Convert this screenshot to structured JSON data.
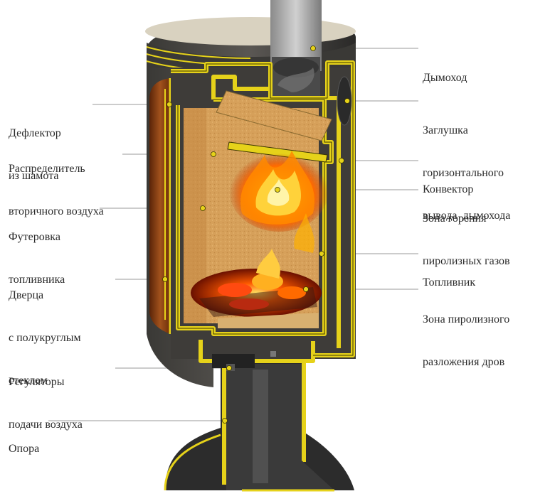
{
  "colors": {
    "frame": "#e6d21a",
    "frame_outline": "#3a3500",
    "body_dark": "#2b2b2b",
    "body_mid": "#4a4845",
    "glass": "#8a3d14",
    "firebrick": "#d9a45a",
    "flame": "#ff8a00",
    "leader": "#9a9a9a",
    "text": "#2a2a2a"
  },
  "labels": {
    "left": [
      {
        "id": "deflector",
        "lines": [
          "Дефлектор",
          "из шамота"
        ]
      },
      {
        "id": "distributor",
        "lines": [
          "Распределитель",
          "вторичного воздуха"
        ]
      },
      {
        "id": "lining",
        "lines": [
          "Футеровка",
          "топливника"
        ]
      },
      {
        "id": "door",
        "lines": [
          "Дверца",
          "с полукруглым",
          "стеклом"
        ]
      },
      {
        "id": "regulators",
        "lines": [
          "Регуляторы",
          "подачи воздуха"
        ]
      },
      {
        "id": "support",
        "lines": [
          "Опора"
        ]
      }
    ],
    "right": [
      {
        "id": "chimney",
        "lines": [
          "Дымоход"
        ]
      },
      {
        "id": "plug",
        "lines": [
          "Заглушка",
          "горизонтального",
          "вывода  дымохода"
        ]
      },
      {
        "id": "convector",
        "lines": [
          "Конвектор"
        ]
      },
      {
        "id": "pyrolysis_gas_zone",
        "lines": [
          "Зона горения",
          "пиролизных газов"
        ]
      },
      {
        "id": "firebox",
        "lines": [
          "Топливник"
        ]
      },
      {
        "id": "pyrolysis_zone",
        "lines": [
          "Зона пиролизного",
          "разложения дров"
        ]
      }
    ]
  }
}
